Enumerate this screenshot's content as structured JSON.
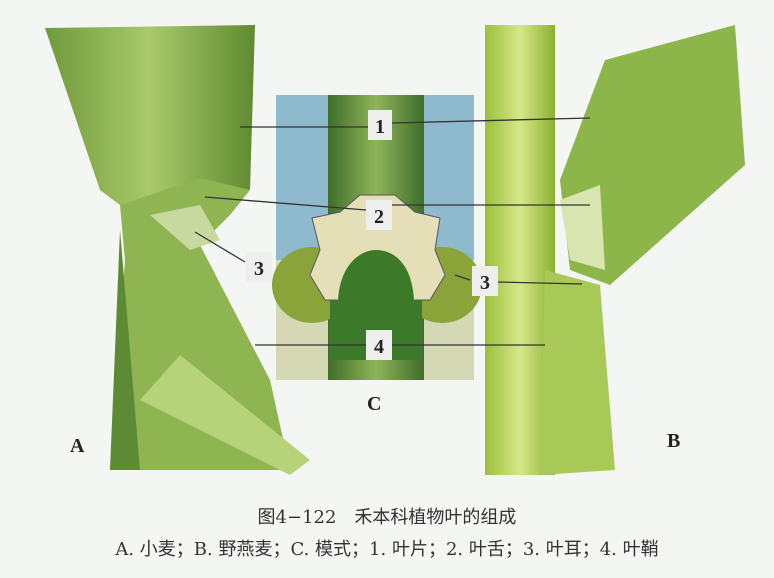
{
  "figure": {
    "panel_labels": {
      "a": "A",
      "b": "B",
      "c": "C"
    },
    "callouts": [
      "1",
      "2",
      "3",
      "3",
      "4"
    ],
    "title": "图4−122　禾本科植物叶的组成",
    "legend": "A. 小麦；B. 野燕麦；C. 模式；1. 叶片；2. 叶舌；3. 叶耳；4. 叶鞘"
  }
}
